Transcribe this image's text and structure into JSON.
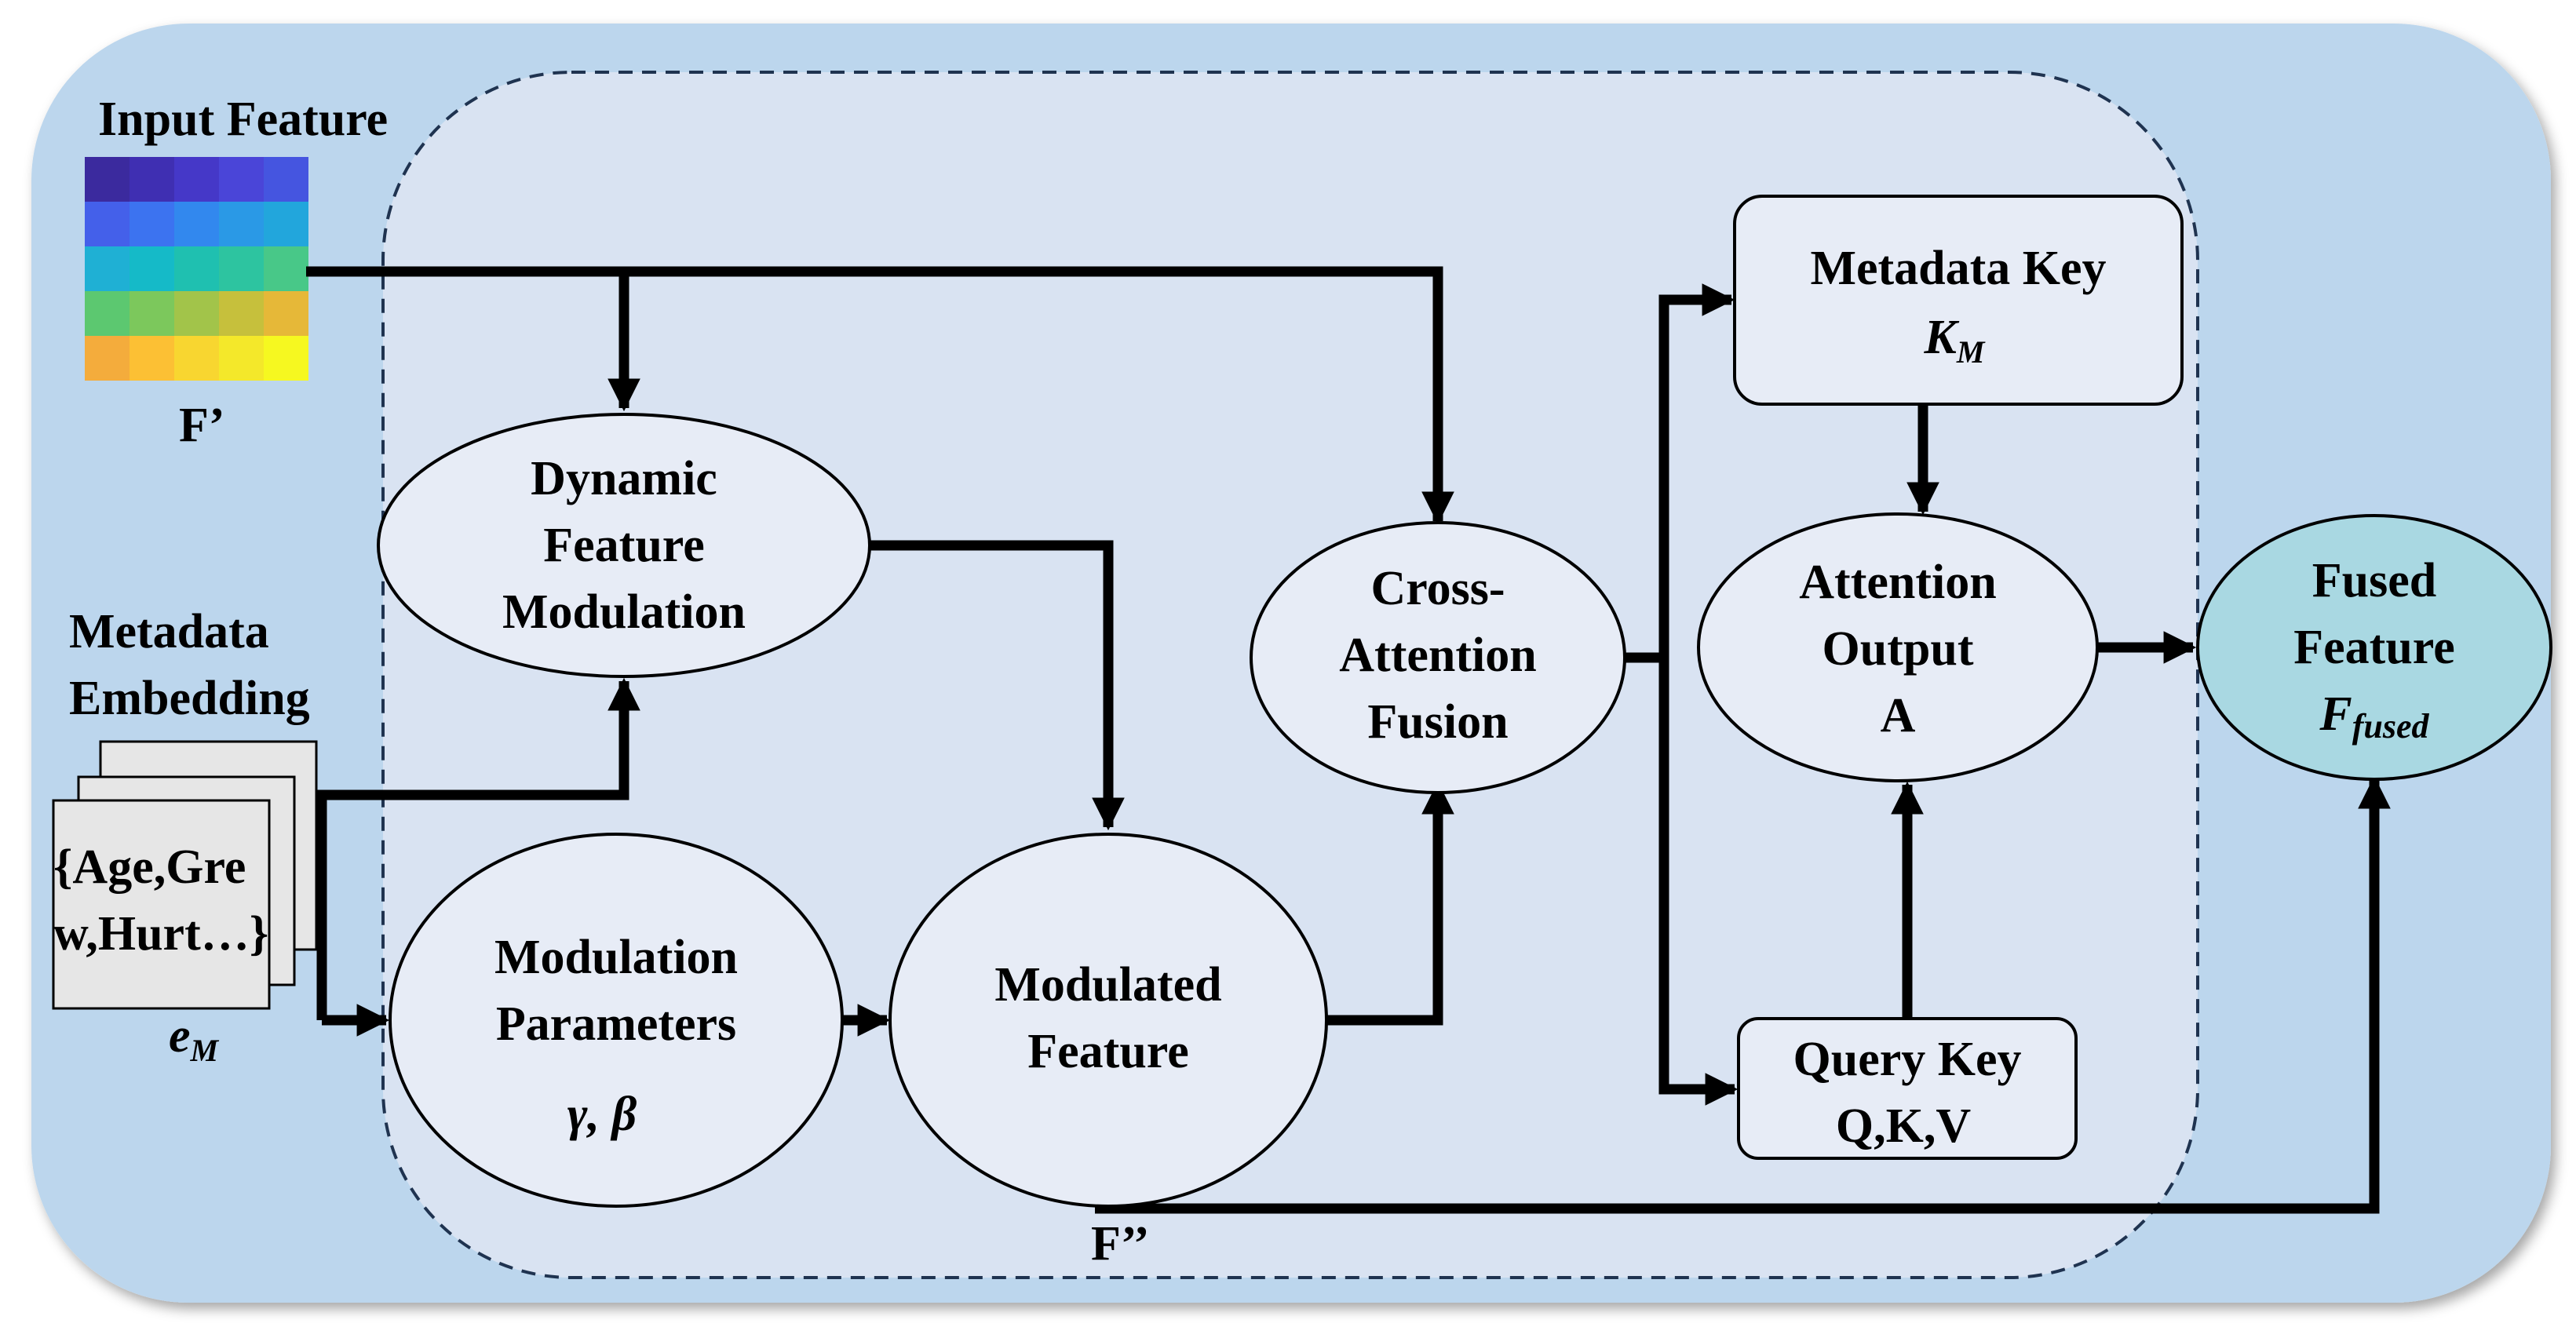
{
  "input": {
    "title": "Input Feature",
    "label": "F’",
    "grid_colors": [
      [
        "#3b2a9e",
        "#3f2fb2",
        "#4538c8",
        "#4a45d8",
        "#4555e0"
      ],
      [
        "#4460ea",
        "#3c73f0",
        "#3288ee",
        "#2a99e6",
        "#22a6dc"
      ],
      [
        "#1fb0d4",
        "#15bac8",
        "#1fc0b0",
        "#2dc4a0",
        "#48c888"
      ],
      [
        "#5cc870",
        "#7cc85c",
        "#a2c44a",
        "#c6c03c",
        "#e6b838"
      ],
      [
        "#f4ac3c",
        "#fcc034",
        "#f8d630",
        "#f4e82a",
        "#f6f820"
      ]
    ]
  },
  "metadata": {
    "title_line1": "Metadata",
    "title_line2": "Embedding",
    "card_line1": "{Age,Gre",
    "card_line2": "w,Hurt…}",
    "symbol": "e",
    "symbol_sub": "M"
  },
  "nodes": {
    "dynamic": {
      "line1": "Dynamic",
      "line2": "Feature",
      "line3": "Modulation"
    },
    "params": {
      "line1": "Modulation",
      "line2": "Parameters",
      "line3": "γ, β"
    },
    "modulated": {
      "line1": "Modulated",
      "line2": "Feature",
      "out_label": "F’’"
    },
    "cross": {
      "line1": "Cross-",
      "line2": "Attention",
      "line3": "Fusion"
    },
    "meta_key": {
      "line1": "Metadata Key",
      "symbol": "K",
      "symbol_sub": "M"
    },
    "attention": {
      "line1": "Attention",
      "line2": "Output",
      "line3": "A"
    },
    "query": {
      "line1": "Query Key",
      "line2": "Q,K,V"
    },
    "fused": {
      "line1": "Fused",
      "line2": "Feature",
      "symbol": "F",
      "symbol_sub": "fused"
    }
  },
  "colors": {
    "outer_bg": "#bcd6ed",
    "inner_bg": "#d9e3f2",
    "node_fill": "#e7ecf6",
    "fused_fill": "#a9d8e2",
    "card_fill": "#e6e6e6",
    "stroke": "#000000"
  }
}
